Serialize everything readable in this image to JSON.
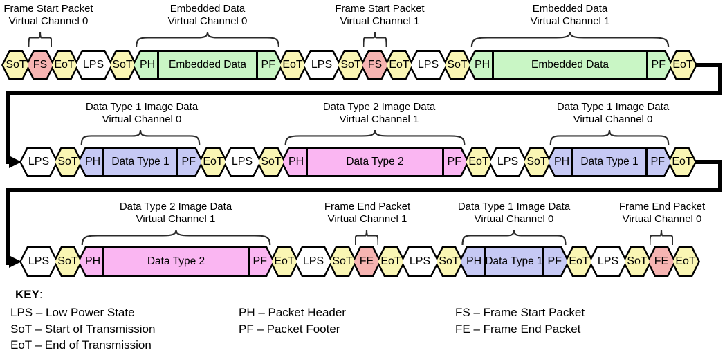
{
  "diagram": {
    "colors": {
      "transmission": "#FAF6B4",
      "frame_sync": "#F6B4B2",
      "low_power": "#FFFFFF",
      "embedded": "#C9F6C5",
      "data_type_1": "#C6C9F4",
      "data_type_2": "#FAB6F2",
      "outline": "#000000"
    },
    "rows": [
      {
        "captions": [
          {
            "line1": "Frame Start Packet",
            "line2": "Virtual Channel 0"
          },
          {
            "line1": "Embedded Data",
            "line2": "Virtual Channel 0"
          },
          {
            "line1": "Frame Start Packet",
            "line2": "Virtual Channel 1"
          },
          {
            "line1": "Embedded Data",
            "line2": "Virtual Channel 1"
          }
        ],
        "segments": [
          "SoT",
          "FS",
          "EoT",
          "LPS",
          "SoT",
          {
            "ph": "PH",
            "payload": "Embedded Data",
            "pf": "PF"
          },
          "EoT",
          "LPS",
          "SoT",
          "FS",
          "EoT",
          "LPS",
          "SoT",
          {
            "ph": "PH",
            "payload": "Embedded Data",
            "pf": "PF"
          },
          "EoT"
        ]
      },
      {
        "captions": [
          {
            "line1": "Data Type 1 Image Data",
            "line2": "Virtual Channel 0"
          },
          {
            "line1": "Data Type 2 Image Data",
            "line2": "Virtual Channel 1"
          },
          {
            "line1": "Data Type 1 Image Data",
            "line2": "Virtual Channel 0"
          }
        ],
        "segments": [
          "LPS",
          "SoT",
          {
            "ph": "PH",
            "payload": "Data Type 1",
            "pf": "PF"
          },
          "EoT",
          "LPS",
          "SoT",
          {
            "ph": "PH",
            "payload": "Data Type 2",
            "pf": "PF"
          },
          "EoT",
          "LPS",
          "SoT",
          {
            "ph": "PH",
            "payload": "Data Type 1",
            "pf": "PF"
          },
          "EoT"
        ]
      },
      {
        "captions": [
          {
            "line1": "Data Type 2 Image Data",
            "line2": "Virtual Channel 1"
          },
          {
            "line1": "Frame End Packet",
            "line2": "Virtual Channel 1"
          },
          {
            "line1": "Data Type 1 Image Data",
            "line2": "Virtual Channel 0"
          },
          {
            "line1": "Frame End Packet",
            "line2": "Virtual Channel 0"
          }
        ],
        "segments": [
          "LPS",
          "SoT",
          {
            "ph": "PH",
            "payload": "Data Type 2",
            "pf": "PF"
          },
          "EoT",
          "LPS",
          "SoT",
          "FE",
          "EoT",
          "LPS",
          "SoT",
          {
            "ph": "PH",
            "payload": "Data Type 1",
            "pf": "PF"
          },
          "EoT",
          "LPS",
          "SoT",
          "FE",
          "EoT"
        ]
      }
    ],
    "key": {
      "title_bold": "KEY",
      "title_colon": ":",
      "columns": [
        [
          "LPS – Low Power State",
          "SoT – Start of Transmission",
          "EoT – End of Transmission"
        ],
        [
          "PH – Packet Header",
          "PF – Packet Footer"
        ],
        [
          "FS – Frame Start Packet",
          "FE – Frame End Packet"
        ]
      ]
    }
  }
}
